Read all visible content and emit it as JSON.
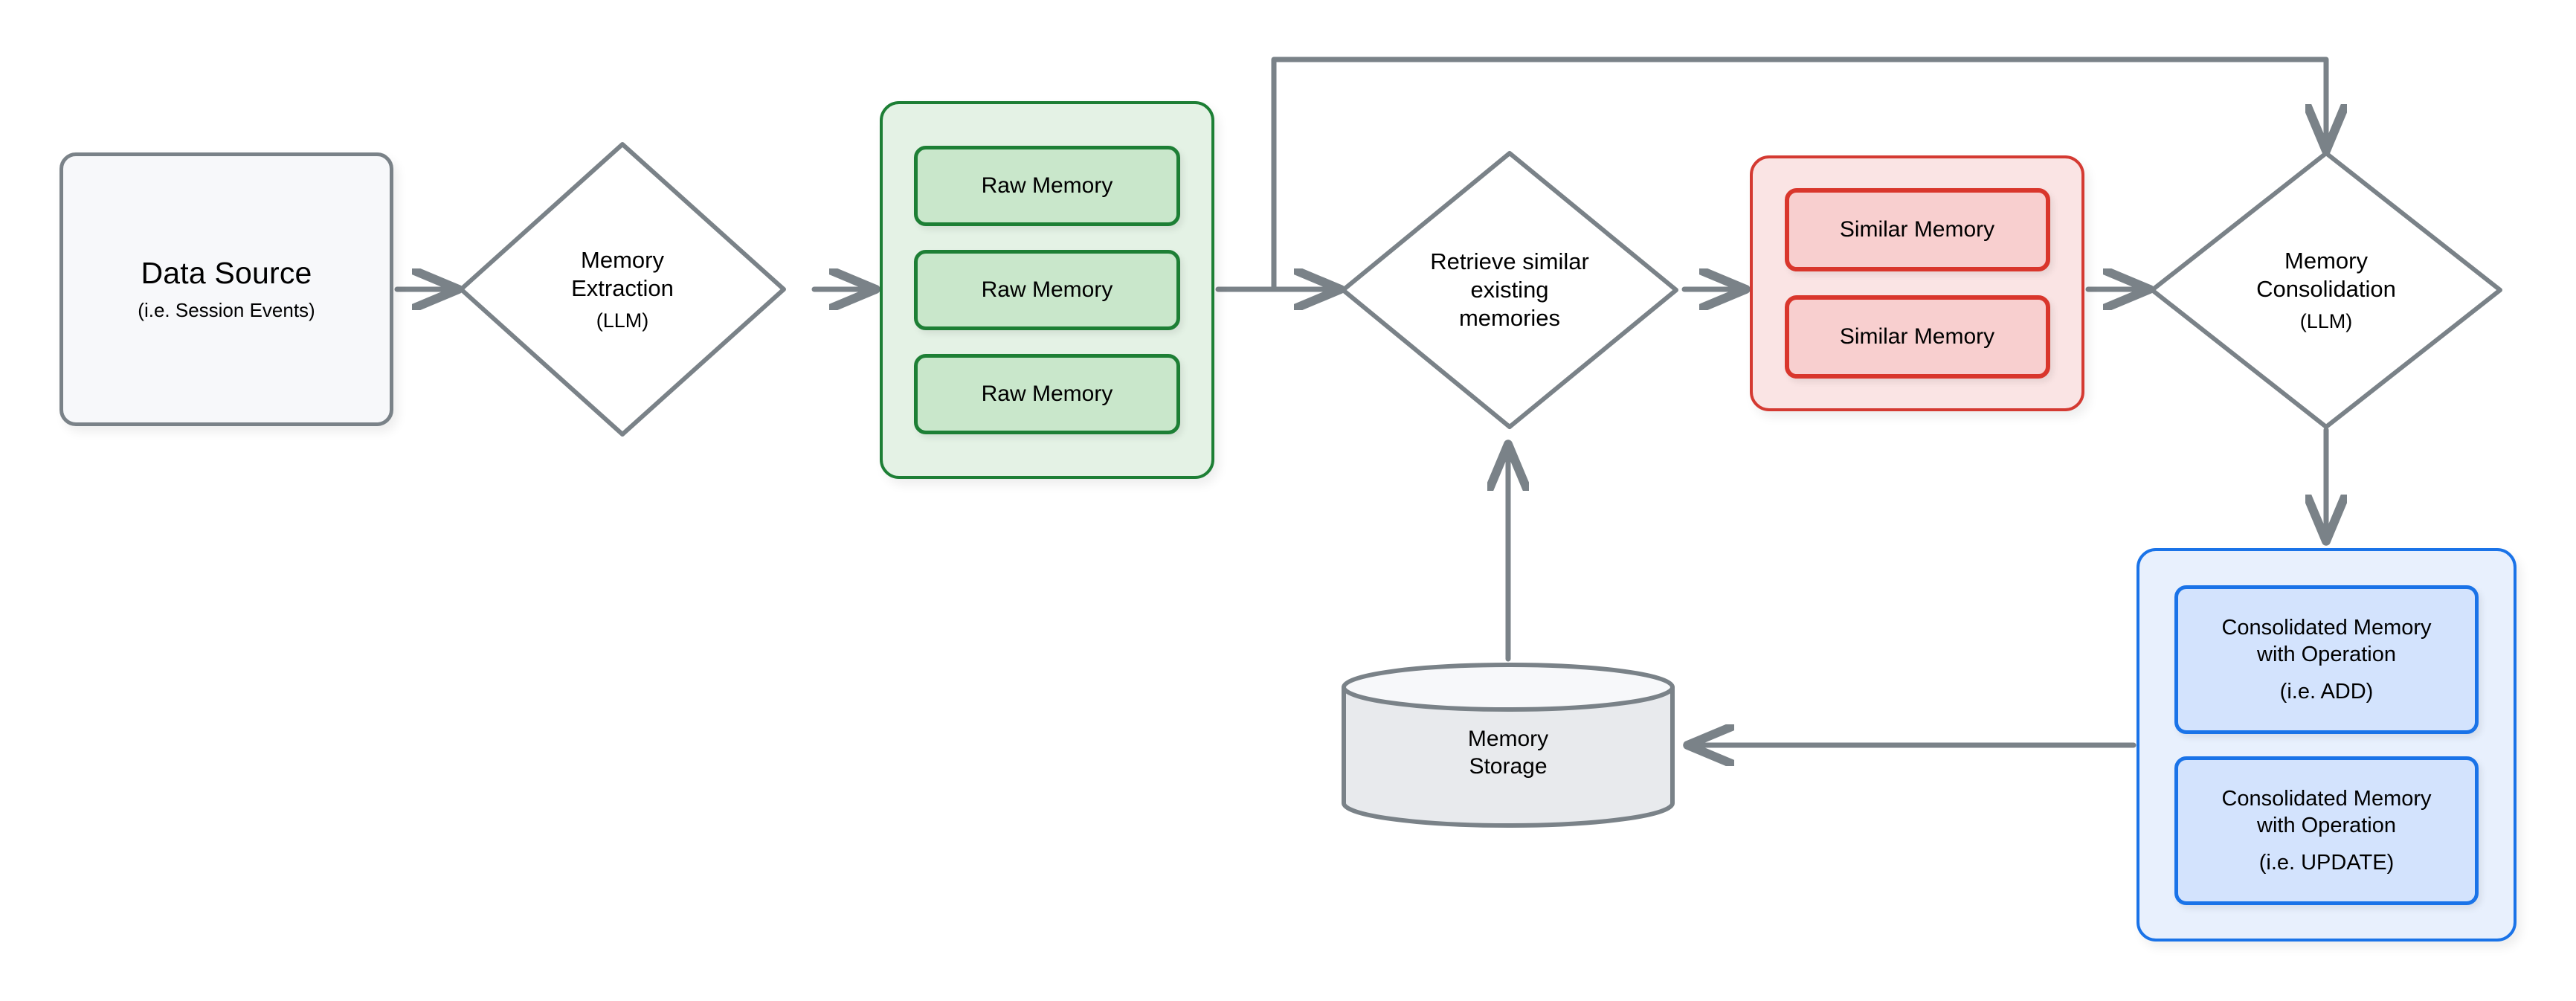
{
  "diagram": {
    "title": "Memory pipeline flow diagram",
    "colors": {
      "gray_stroke": "#7a8288",
      "green_border": "#1d7f35",
      "green_group_fill": "#e4f2e5",
      "green_chip_fill": "#c9e7cb",
      "red_border": "#d9362c",
      "red_group_fill": "#fae4e4",
      "red_chip_fill": "#f8cfcf",
      "blue_border": "#1a73e8",
      "blue_group_fill": "#e8f0fd",
      "blue_chip_fill": "#d3e3fd",
      "box_fill": "#f7f8fa",
      "cylinder_fill": "#e8eaed",
      "text": "#000000"
    }
  },
  "data_source": {
    "title": "Data Source",
    "subtitle": "(i.e. Session Events)"
  },
  "memory_extraction": {
    "line1": "Memory",
    "line2": "Extraction",
    "line3": "(LLM)"
  },
  "raw_memory_group": {
    "name": "Raw Memory group",
    "items": [
      {
        "label": "Raw Memory"
      },
      {
        "label": "Raw Memory"
      },
      {
        "label": "Raw Memory"
      }
    ]
  },
  "retrieve_similar": {
    "line1": "Retrieve similar",
    "line2": "existing",
    "line3": "memories"
  },
  "similar_memory_group": {
    "name": "Similar Memory group",
    "items": [
      {
        "label": "Similar Memory"
      },
      {
        "label": "Similar Memory"
      }
    ]
  },
  "memory_consolidation": {
    "line1": "Memory",
    "line2": "Consolidation",
    "line3": "(LLM)"
  },
  "consolidated_memory_group": {
    "name": "Consolidated Memory group",
    "items": [
      {
        "line1": "Consolidated Memory",
        "line2": "with Operation",
        "operation": "(i.e. ADD)"
      },
      {
        "line1": "Consolidated Memory",
        "line2": "with Operation",
        "operation": "(i.e. UPDATE)"
      }
    ]
  },
  "memory_storage": {
    "line1": "Memory",
    "line2": "Storage"
  },
  "edges": [
    {
      "name": "data-source-to-memory-extraction",
      "from": "Data Source",
      "to": "Memory Extraction",
      "direction": "right"
    },
    {
      "name": "memory-extraction-to-raw-memory",
      "from": "Memory Extraction",
      "to": "Raw Memory group",
      "direction": "right"
    },
    {
      "name": "raw-memory-to-retrieve-similar",
      "from": "Raw Memory group",
      "to": "Retrieve similar existing memories",
      "direction": "right"
    },
    {
      "name": "retrieve-similar-to-similar-memory",
      "from": "Retrieve similar existing memories",
      "to": "Similar Memory group",
      "direction": "right"
    },
    {
      "name": "similar-memory-to-memory-consolidation",
      "from": "Similar Memory group",
      "to": "Memory Consolidation",
      "direction": "right"
    },
    {
      "name": "raw-memory-feedback-to-memory-consolidation",
      "from": "Raw Memory group",
      "to": "Memory Consolidation",
      "direction": "up-over-down"
    },
    {
      "name": "memory-consolidation-to-consolidated-memory",
      "from": "Memory Consolidation",
      "to": "Consolidated Memory group",
      "direction": "down"
    },
    {
      "name": "consolidated-memory-to-memory-storage",
      "from": "Consolidated Memory group",
      "to": "Memory Storage",
      "direction": "left"
    },
    {
      "name": "memory-storage-to-retrieve-similar",
      "from": "Memory Storage",
      "to": "Retrieve similar existing memories",
      "direction": "up"
    }
  ]
}
